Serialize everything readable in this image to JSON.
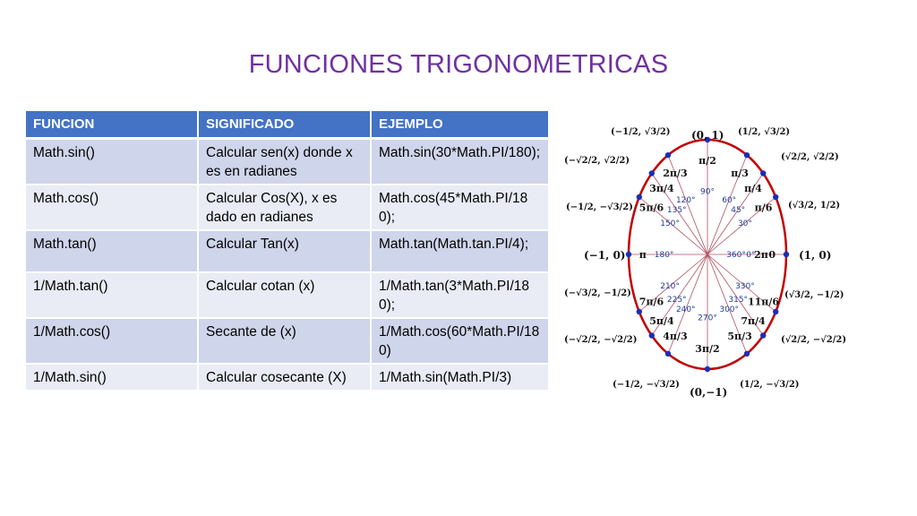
{
  "title": "FUNCIONES TRIGONOMETRICAS",
  "table": {
    "headers": [
      "FUNCION",
      "SIGNIFICADO",
      "EJEMPLO"
    ],
    "rows": [
      [
        "Math.sin()",
        "Calcular sen(x) donde x es en radianes",
        "Math.sin(30*Math.PI/180);"
      ],
      [
        "Math.cos()",
        "Calcular Cos(X), x es dado en radianes",
        "Math.cos(45*Math.PI/180);"
      ],
      [
        "Math.tan()",
        "Calcular Tan(x)",
        "Math.tan(Math.tan.PI/4);"
      ],
      [
        "1/Math.tan()",
        "Calcular cotan (x)",
        "1/Math.tan(3*Math.PI/180);"
      ],
      [
        "1/Math.cos()",
        "Secante de (x)",
        "1/Math.cos(60*Math.PI/180)"
      ],
      [
        "1/Math.sin()",
        "Calcular cosecante (X)",
        "1/Math.sin(Math.PI/3)"
      ]
    ]
  },
  "unit_circle": {
    "degrees": [
      "0°",
      "30°",
      "45°",
      "60°",
      "90°",
      "120°",
      "135°",
      "150°",
      "180°",
      "210°",
      "225°",
      "240°",
      "270°",
      "300°",
      "315°",
      "330°",
      "360°"
    ],
    "radians": [
      "π/6",
      "π/4",
      "π/3",
      "π/2",
      "2π/3",
      "3π/4",
      "5π/6",
      "π",
      "7π/6",
      "5π/4",
      "4π/3",
      "3π/2",
      "5π/3",
      "7π/4",
      "11π/6",
      "2π",
      "0"
    ],
    "points": {
      "top": "(0, 1)",
      "bottom": "(0,−1)",
      "right": "(1, 0)",
      "left": "(−1, 0)",
      "q1a": "(1/2, √3/2)",
      "q1b": "(√2/2, √2/2)",
      "q1c": "(√3/2, 1/2)",
      "q2a": "(−1/2, √3/2)",
      "q2b": "(−√2/2, √2/2)",
      "q2c": "(−1/2, −√3/2)",
      "q3a": "(−√3/2, −1/2)",
      "q3b": "(−√2/2, −√2/2)",
      "q3c": "(−1/2, −√3/2)",
      "q4a": "(√3/2, −1/2)",
      "q4b": "(√2/2, −√2/2)",
      "q4c": "(1/2, −√3/2)"
    }
  },
  "colors": {
    "title": "#7030a0",
    "header": "#4472c4",
    "row_odd": "#cfd5ea",
    "row_even": "#e9ebf5",
    "circle": "#c00000"
  }
}
